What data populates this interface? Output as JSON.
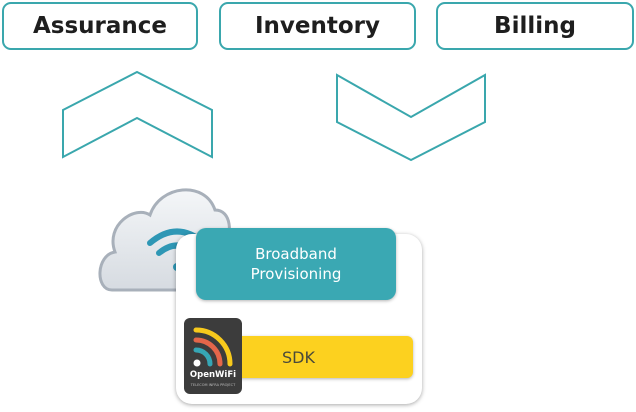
{
  "top_boxes": [
    "Assurance",
    "Inventory",
    "Billing"
  ],
  "broadband_label_line1": "Broadband",
  "broadband_label_line2": "Provisioning",
  "sdk_label": "SDK",
  "logo": {
    "name": "OpenWiFi",
    "subtitle": "TELECOM INFRA PROJECT"
  },
  "colors": {
    "teal": "#3aa8b3",
    "yellow": "#fcd11f",
    "dark": "#3c3c3c"
  }
}
